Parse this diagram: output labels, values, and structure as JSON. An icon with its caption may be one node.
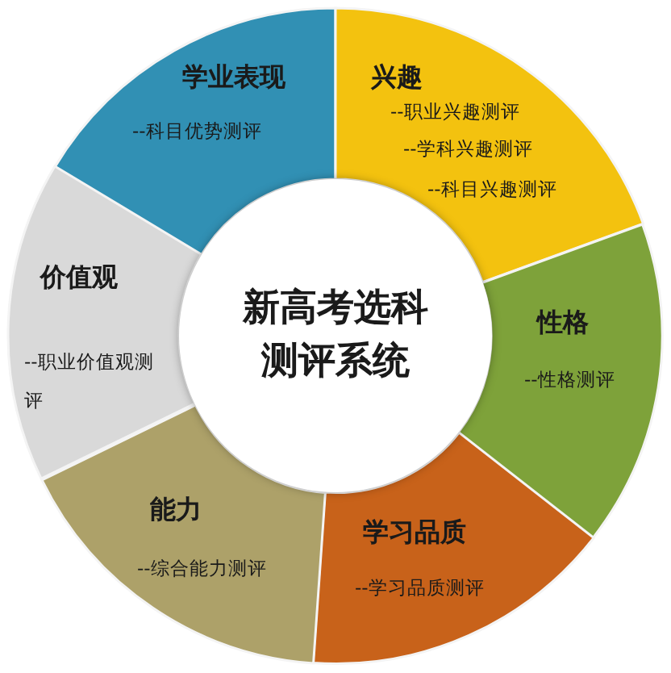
{
  "diagram": {
    "nodes": [
      {
        "text": [
          "新高考选科测评系统"
        ]
      },
      {
        "text": [
          "学业表现",
          "--科目优势测评"
        ]
      },
      {
        "text": [
          "兴趣",
          "--职业兴趣测评",
          "--学科兴趣测评",
          "--科目兴趣测评"
        ]
      },
      {
        "text": [
          "性格",
          "--性格测评"
        ]
      },
      {
        "text": [
          "学习品质",
          "--学习品质测评"
        ]
      },
      {
        "text": [
          "能力",
          "--综合能力测评"
        ]
      },
      {
        "text": [
          "价值观",
          "--职业价值观测评"
        ]
      }
    ]
  }
}
